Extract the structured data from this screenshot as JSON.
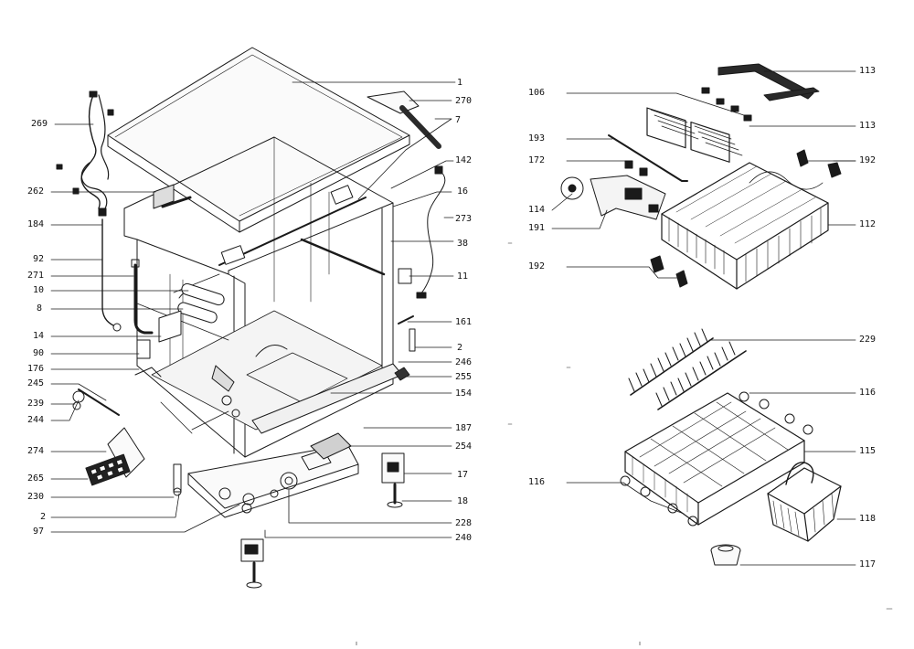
{
  "diagram": {
    "colors": {
      "ink": "#1a1a1a",
      "paper": "#ffffff",
      "shade": "#3a3a3a"
    },
    "callouts": [
      {
        "id": "c1",
        "text": "1"
      },
      {
        "id": "c270",
        "text": "270"
      },
      {
        "id": "c7",
        "text": "7"
      },
      {
        "id": "c142",
        "text": "142"
      },
      {
        "id": "c16",
        "text": "16"
      },
      {
        "id": "c273",
        "text": "273"
      },
      {
        "id": "c38",
        "text": "38"
      },
      {
        "id": "c11",
        "text": "11"
      },
      {
        "id": "c161",
        "text": "161"
      },
      {
        "id": "c2r",
        "text": "2"
      },
      {
        "id": "c246",
        "text": "246"
      },
      {
        "id": "c255",
        "text": "255"
      },
      {
        "id": "c154",
        "text": "154"
      },
      {
        "id": "c187",
        "text": "187"
      },
      {
        "id": "c254",
        "text": "254"
      },
      {
        "id": "c17",
        "text": "17"
      },
      {
        "id": "c18",
        "text": "18"
      },
      {
        "id": "c228",
        "text": "228"
      },
      {
        "id": "c240",
        "text": "240"
      },
      {
        "id": "c269",
        "text": "269"
      },
      {
        "id": "c262",
        "text": "262"
      },
      {
        "id": "c184",
        "text": "184"
      },
      {
        "id": "c92",
        "text": "92"
      },
      {
        "id": "c271",
        "text": "271"
      },
      {
        "id": "c10",
        "text": "10"
      },
      {
        "id": "c8",
        "text": "8"
      },
      {
        "id": "c14",
        "text": "14"
      },
      {
        "id": "c90",
        "text": "90"
      },
      {
        "id": "c176",
        "text": "176"
      },
      {
        "id": "c245",
        "text": "245"
      },
      {
        "id": "c239",
        "text": "239"
      },
      {
        "id": "c244",
        "text": "244"
      },
      {
        "id": "c274",
        "text": "274"
      },
      {
        "id": "c265",
        "text": "265"
      },
      {
        "id": "c230",
        "text": "230"
      },
      {
        "id": "c2l",
        "text": "2"
      },
      {
        "id": "c97",
        "text": "97"
      },
      {
        "id": "c106",
        "text": "106"
      },
      {
        "id": "c113a",
        "text": "113"
      },
      {
        "id": "c113b",
        "text": "113"
      },
      {
        "id": "c193",
        "text": "193"
      },
      {
        "id": "c172",
        "text": "172"
      },
      {
        "id": "c192a",
        "text": "192"
      },
      {
        "id": "c114",
        "text": "114"
      },
      {
        "id": "c191",
        "text": "191"
      },
      {
        "id": "c112",
        "text": "112"
      },
      {
        "id": "c192b",
        "text": "192"
      },
      {
        "id": "c229",
        "text": "229"
      },
      {
        "id": "c116a",
        "text": "116"
      },
      {
        "id": "c115",
        "text": "115"
      },
      {
        "id": "c116b",
        "text": "116"
      },
      {
        "id": "c118",
        "text": "118"
      },
      {
        "id": "c117",
        "text": "117"
      }
    ]
  }
}
